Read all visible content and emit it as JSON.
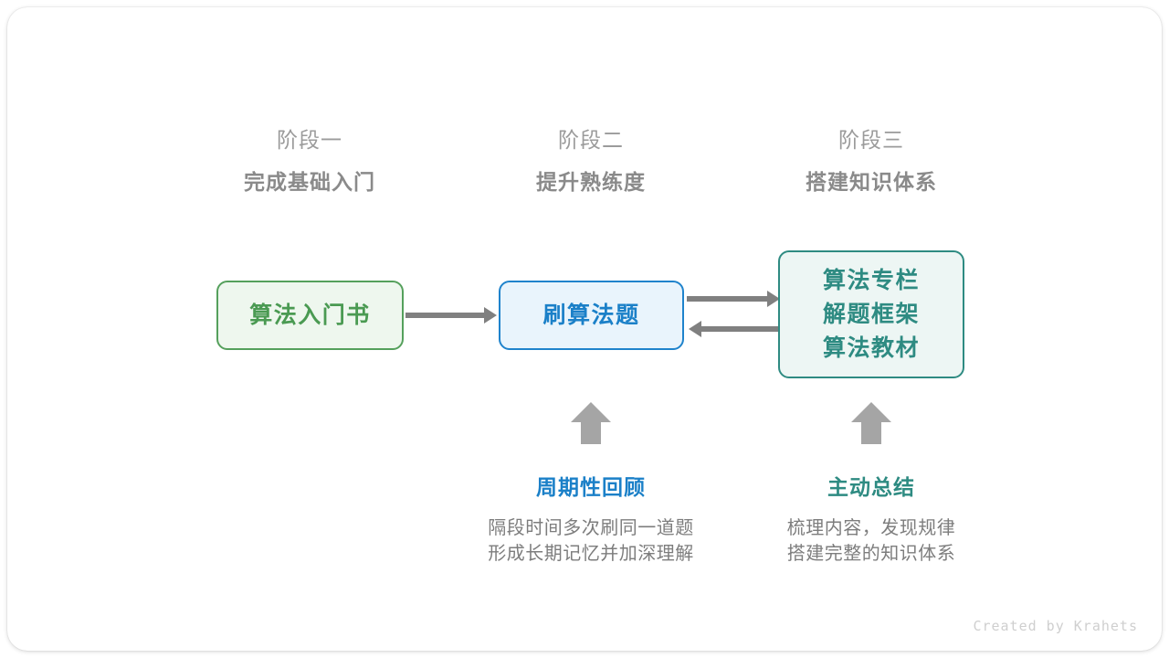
{
  "stages": [
    {
      "label": "阶段一",
      "title": "完成基础入门"
    },
    {
      "label": "阶段二",
      "title": "提升熟练度"
    },
    {
      "label": "阶段三",
      "title": "搭建知识体系"
    }
  ],
  "nodes": {
    "book": {
      "lines": [
        "算法入门书"
      ],
      "color": "#4a9a52",
      "fill": "#eef7ee"
    },
    "practice": {
      "lines": [
        "刷算法题"
      ],
      "color": "#1b80c8",
      "fill": "#e9f4fc"
    },
    "resources": {
      "lines": [
        "算法专栏",
        "解题框架",
        "算法教材"
      ],
      "color": "#2e8b82",
      "fill": "#edf6f4"
    }
  },
  "notes": [
    {
      "title": "周期性回顾",
      "body_lines": [
        "隔段时间多次刷同一道题",
        "形成长期记忆并加深理解"
      ]
    },
    {
      "title": "主动总结",
      "body_lines": [
        "梳理内容，发现规律",
        "搭建完整的知识体系"
      ]
    }
  ],
  "credit": "Created by Krahets",
  "colors": {
    "arrow": "#808080",
    "up_arrow": "#a5a5a5",
    "stage_label": "#9b9b9b",
    "stage_title": "#8a8a8a",
    "note_body": "#7d7d7d",
    "credit": "#cfcfcf"
  }
}
